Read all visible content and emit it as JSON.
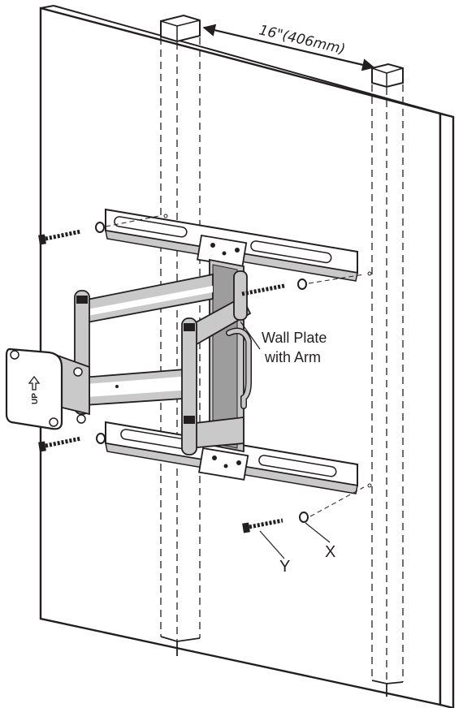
{
  "dimension": {
    "text": "16\"(406mm)"
  },
  "callouts": {
    "wall_plate_line1": "Wall Plate",
    "wall_plate_line2": "with Arm",
    "x": "X",
    "y": "Y"
  },
  "tv_plate": {
    "up_text": "UP"
  },
  "colors": {
    "ink": "#231f20",
    "metal": "#c9c9ca",
    "metal_dark": "#9d9d9e",
    "paper": "#ffffff"
  }
}
